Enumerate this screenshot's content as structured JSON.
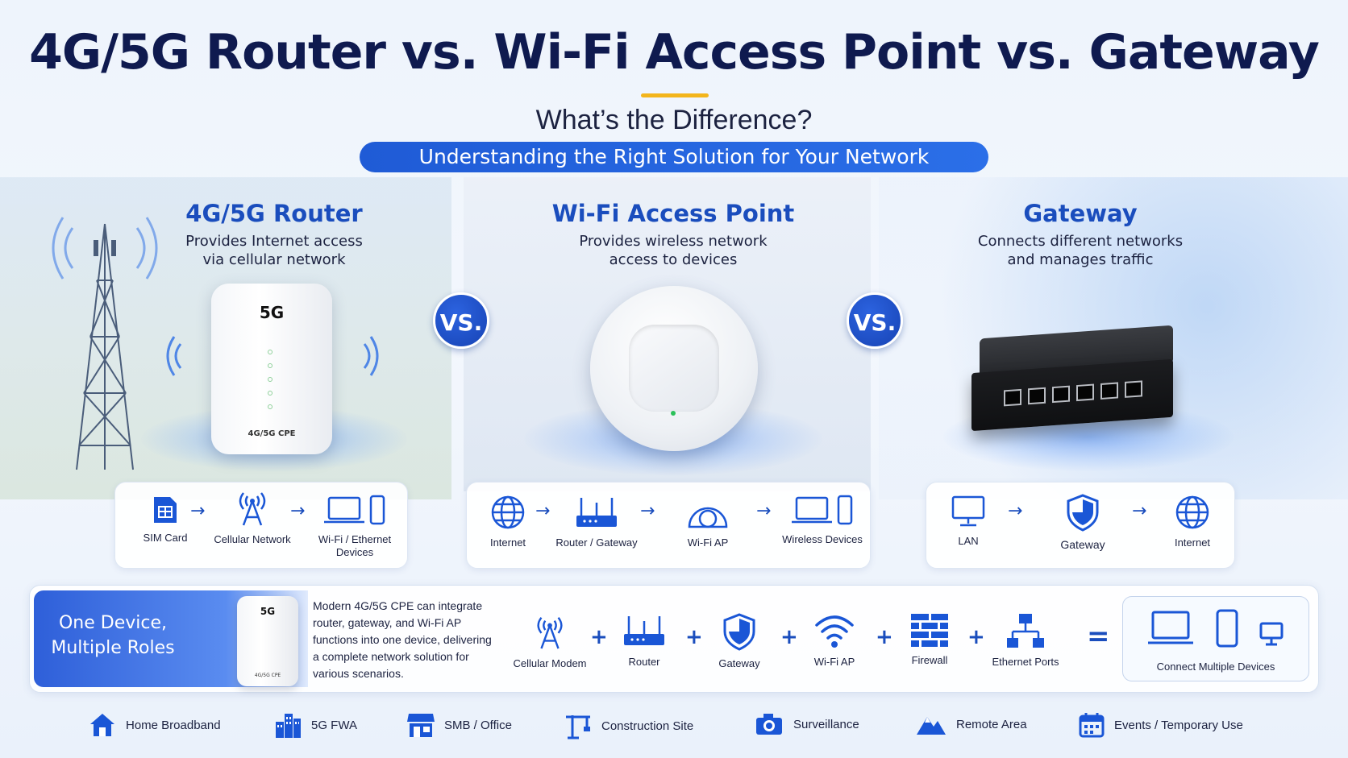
{
  "header": {
    "title": "4G/5G Router vs. Wi-Fi Access Point vs. Gateway",
    "subtitle": "What’s the Difference?",
    "banner": "Understanding the Right Solution for Your Network"
  },
  "columns": [
    {
      "title": "4G/5G Router",
      "desc_line1": "Provides Internet access",
      "desc_line2": "via cellular network"
    },
    {
      "title": "Wi-Fi Access Point",
      "desc_line1": "Provides wireless network",
      "desc_line2": "access to devices"
    },
    {
      "title": "Gateway",
      "desc_line1": "Connects different networks",
      "desc_line2": "and manages traffic"
    }
  ],
  "vs_label": "VS.",
  "devices": {
    "router_label": "5G",
    "router_model": "4G/5G CPE"
  },
  "flows": {
    "router": [
      {
        "label": "SIM Card",
        "icon": "sim-card-icon"
      },
      {
        "label": "Cellular Network",
        "icon": "cell-tower-icon"
      },
      {
        "label": "Wi-Fi / Ethernet",
        "label2": "Devices",
        "icon": "laptop-phone-icon"
      }
    ],
    "ap": [
      {
        "label": "Internet",
        "icon": "globe-icon"
      },
      {
        "label": "Router / Gateway",
        "icon": "router-icon"
      },
      {
        "label": "Wi-Fi AP",
        "icon": "access-point-icon"
      },
      {
        "label": "Wireless Devices",
        "icon": "laptop-phone-icon"
      }
    ],
    "gateway": [
      {
        "label": "LAN",
        "icon": "monitor-icon"
      },
      {
        "label": "Gateway",
        "icon": "shield-icon"
      },
      {
        "label": "Internet",
        "icon": "globe-icon"
      }
    ]
  },
  "roles": {
    "title_line1": "One Device,",
    "title_line2": "Multiple Roles",
    "device_label": "5G",
    "device_model": "4G/5G CPE",
    "description": "Modern 4G/5G CPE can integrate router, gateway, and Wi-Fi AP functions into one device, delivering a complete network solution for various scenarios.",
    "items": [
      {
        "label": "Cellular Modem",
        "icon": "cell-tower-icon"
      },
      {
        "label": "Router",
        "icon": "router-icon"
      },
      {
        "label": "Gateway",
        "icon": "shield-icon"
      },
      {
        "label": "Wi-Fi AP",
        "icon": "wifi-icon"
      },
      {
        "label": "Firewall",
        "icon": "firewall-icon"
      },
      {
        "label": "Ethernet Ports",
        "icon": "network-ports-icon"
      }
    ],
    "plus": "+",
    "equals": "=",
    "result": "Connect Multiple Devices"
  },
  "scenarios": [
    {
      "label": "Home Broadband",
      "icon": "home-icon"
    },
    {
      "label": "5G FWA",
      "icon": "buildings-icon"
    },
    {
      "label": "SMB / Office",
      "icon": "store-icon"
    },
    {
      "label": "Construction Site",
      "icon": "crane-icon"
    },
    {
      "label": "Surveillance",
      "icon": "camera-icon"
    },
    {
      "label": "Remote Area",
      "icon": "mountain-icon"
    },
    {
      "label": "Events / Temporary Use",
      "icon": "calendar-icon"
    }
  ],
  "colors": {
    "primary": "#1a4dbd",
    "accent": "#f3b51b",
    "title": "#0f1a4f"
  }
}
